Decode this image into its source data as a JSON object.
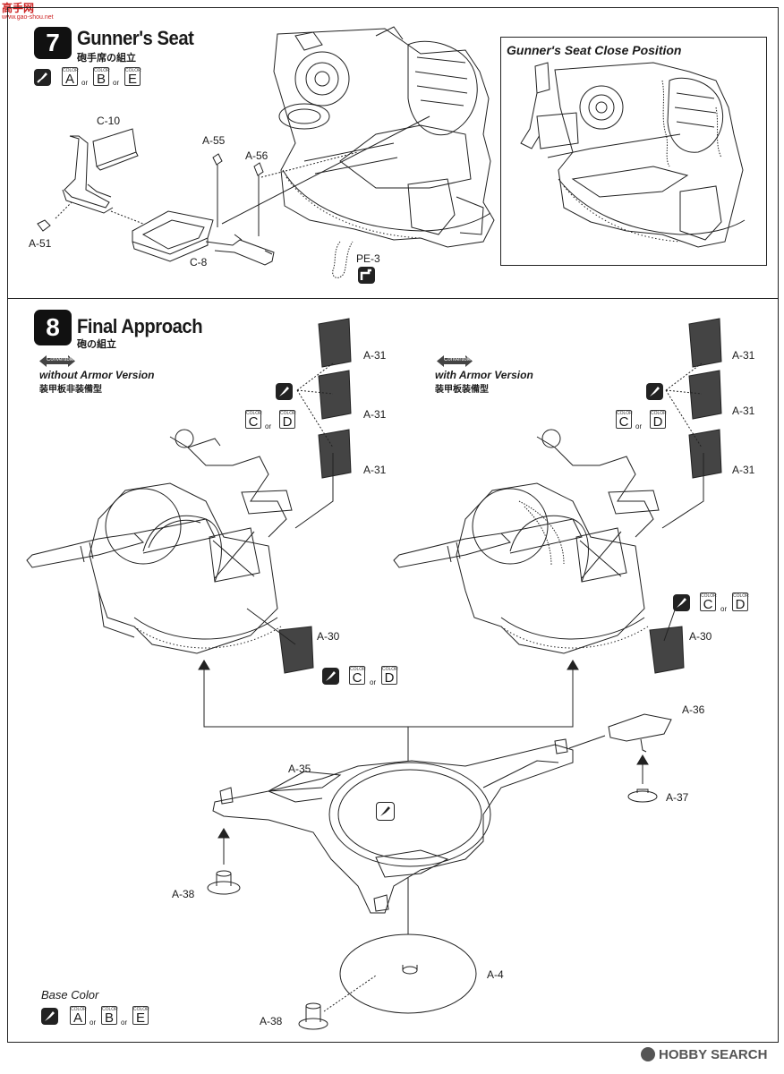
{
  "site_logo": {
    "text": "高手网",
    "url": "www.gao-shou.net"
  },
  "step7": {
    "number": "7",
    "title": "Gunner's Seat",
    "subtitle_jp": "砲手席の組立",
    "colors": [
      "A",
      "B",
      "E"
    ],
    "parts": {
      "c10": "C-10",
      "a55": "A-55",
      "a56": "A-56",
      "a51": "A-51",
      "c8": "C-8",
      "pe3": "PE-3"
    },
    "close_position_title": "Gunner's Seat Close Position"
  },
  "step8": {
    "number": "8",
    "title": "Final Approach",
    "subtitle_jp": "砲の組立",
    "convertible": "Convertible",
    "left_version": "without Armor Version",
    "left_version_jp": "装甲板非装備型",
    "right_version": "with Armor Version",
    "right_version_jp": "装甲板装備型",
    "ammo_colors": [
      "C",
      "D"
    ],
    "parts": {
      "a31": "A-31",
      "a30": "A-30",
      "a35": "A-35",
      "a36": "A-36",
      "a37": "A-37",
      "a38": "A-38",
      "a4": "A-4"
    },
    "base_color_title": "Base Color",
    "base_colors": [
      "A",
      "B",
      "E"
    ]
  },
  "chip_caption": "COLOR",
  "or_text": "or",
  "watermark": "HOBBY SEARCH",
  "icons": [
    "paint-brush-icon",
    "glue-icon",
    "photo-etch-icon",
    "convertible-arrow-icon",
    "hobby-search-logo-icon"
  ]
}
